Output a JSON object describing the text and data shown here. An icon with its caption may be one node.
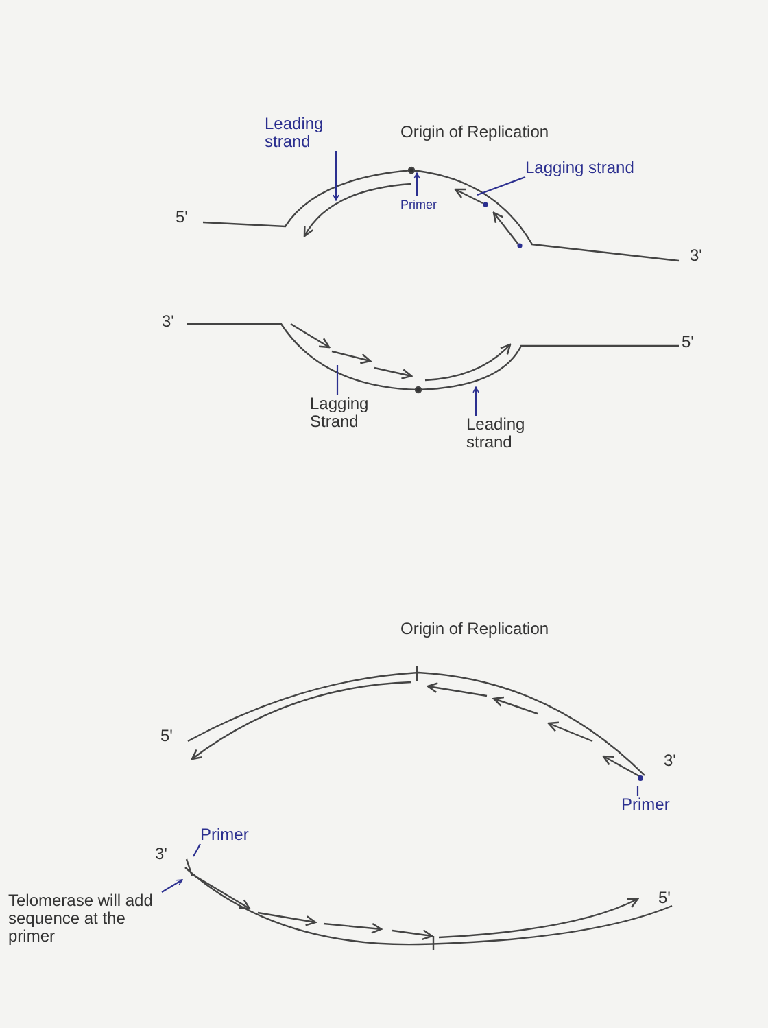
{
  "diagram": {
    "nodes": [
      {
        "text": [
          "Leading strand"
        ]
      },
      {
        "text": [
          "Lagging strand"
        ]
      },
      {
        "text": [
          "Primer"
        ]
      },
      {
        "text": [
          "Lagging Strand"
        ]
      },
      {
        "text": [
          "Leading strand"
        ]
      },
      {
        "text": [
          "Primer"
        ]
      },
      {
        "text": [
          "Primer"
        ]
      },
      {
        "text": [
          "Telomerase will add sequence at the primer"
        ]
      }
    ],
    "edges": [
      {
        "from": 0,
        "to": null,
        "arrow": "to"
      },
      {
        "from": 1,
        "to": null,
        "arrow": "none"
      },
      {
        "from": 2,
        "to": null,
        "arrow": "to"
      },
      {
        "from": 3,
        "to": null,
        "arrow": "none"
      },
      {
        "from": 4,
        "to": null,
        "arrow": "to"
      },
      {
        "from": 5,
        "to": null,
        "arrow": "none"
      },
      {
        "from": 6,
        "to": null,
        "arrow": "none"
      },
      {
        "from": 7,
        "to": null,
        "arrow": "to"
      }
    ],
    "labels": [
      "Origin of Replication",
      "5'",
      "3'",
      "3'",
      "5'",
      "Origin of Replication",
      "5'",
      "3'",
      "3'",
      "5'"
    ]
  }
}
